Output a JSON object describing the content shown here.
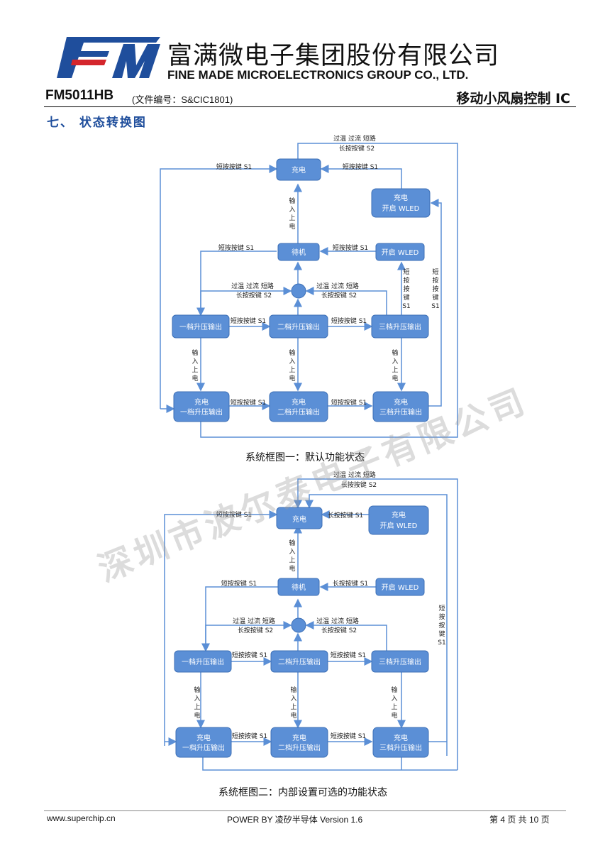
{
  "header": {
    "company_cn": "富满微电子集团股份有限公司",
    "company_en": "FINE MADE MICROELECTRONICS GROUP CO., LTD.",
    "model": "FM5011HB",
    "doc_no": "(文件编号：S&CIC1801)",
    "product": "移动小风扇控制 IC",
    "logo_text": "FM"
  },
  "section_title": "七、  状态转换图",
  "colors": {
    "node_fill": "#5b8fd6",
    "node_stroke": "#3c6fb6",
    "line": "#5b8fd6",
    "brand_red": "#d4262c",
    "brand_blue": "#1f4e9c"
  },
  "labels": {
    "short_s1": "短按按键 S1",
    "long_s1": "长按按键 S1",
    "fault_1": "过温  过流  短路",
    "fault_2": "长按按键 S2",
    "input_power": [
      "输",
      "入",
      "上",
      "电"
    ],
    "short_s1_vertical": [
      "短",
      "按",
      "按",
      "键",
      "S1"
    ]
  },
  "diagram1": {
    "nodes": {
      "charge": "充电",
      "charge_wled": [
        "充电",
        "开启 WLED"
      ],
      "standby": "待机",
      "wled_on": "开启 WLED",
      "boost1": "一档升压输出",
      "boost2": "二档升压输出",
      "boost3": "三档升压输出",
      "charge_boost1": [
        "充电",
        "一档升压输出"
      ],
      "charge_boost2": [
        "充电",
        "二档升压输出"
      ],
      "charge_boost3": [
        "充电",
        "三档升压输出"
      ]
    },
    "caption": "系统框图一：默认功能状态"
  },
  "diagram2": {
    "nodes": {
      "charge": "充电",
      "charge_wled": [
        "充电",
        "开启 WLED"
      ],
      "standby": "待机",
      "wled_on": "开启 WLED",
      "boost1": "一档升压输出",
      "boost2": "二档升压输出",
      "boost3": "三档升压输出",
      "charge_boost1": [
        "充电",
        "一档升压输出"
      ],
      "charge_boost2": [
        "充电",
        "二档升压输出"
      ],
      "charge_boost3": [
        "充电",
        "三档升压输出"
      ]
    },
    "caption": "系统框图二：内部设置可选的功能状态"
  },
  "watermark": "深圳市波尔泰电子有限公司",
  "footer": {
    "url": "www.superchip.cn",
    "power": "POWER BY  凌矽半导体  Version 1.6",
    "page": "第 4 页 共 10 页"
  }
}
